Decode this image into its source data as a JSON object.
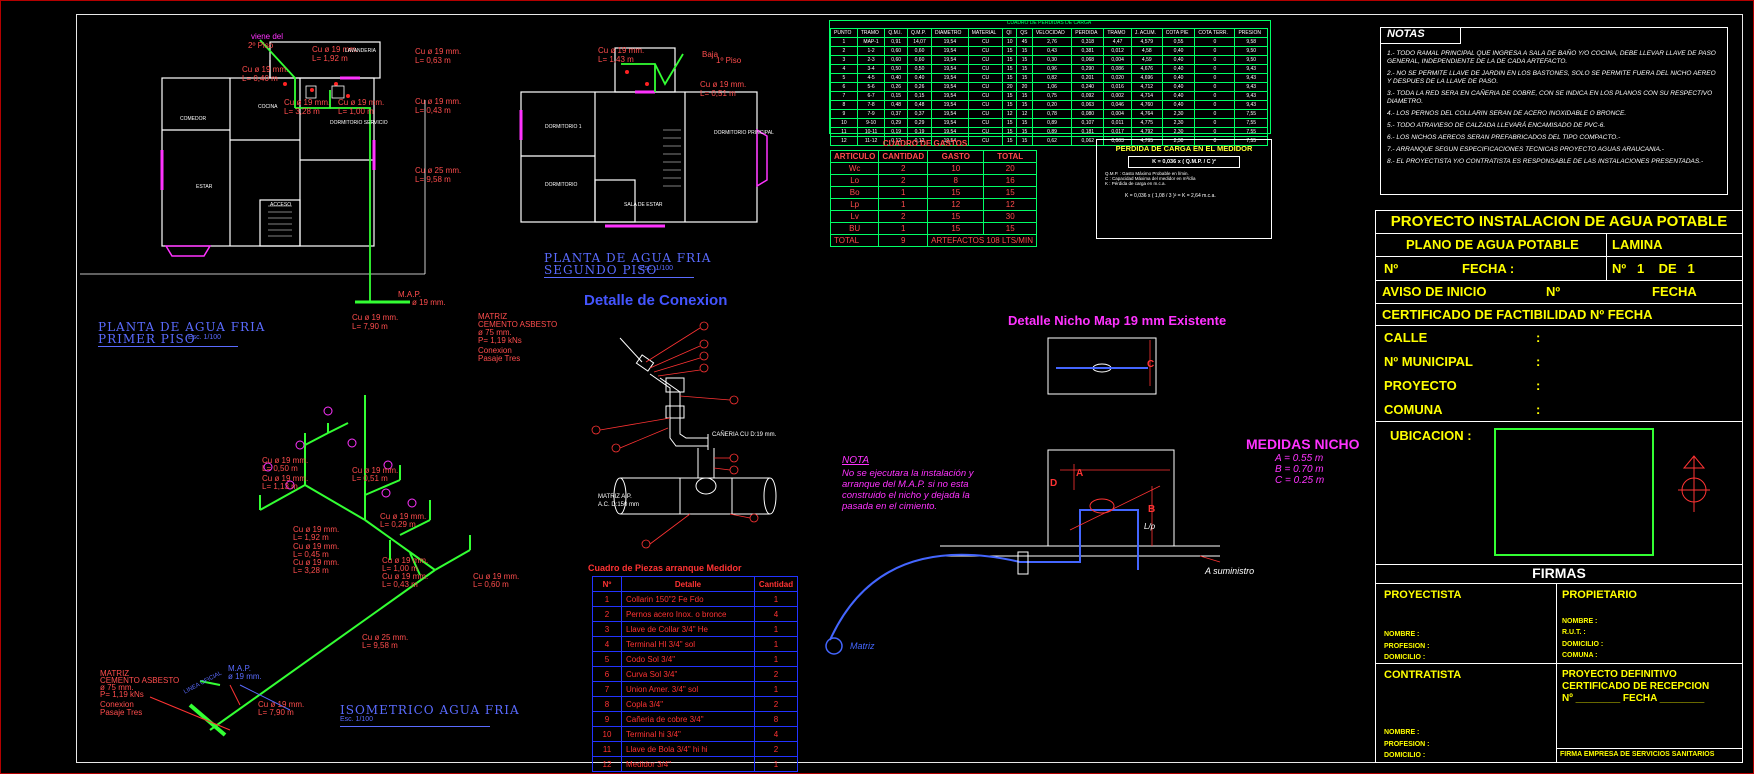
{
  "plan1": {
    "title_line1": "PLANTA DE AGUA FRIA",
    "title_line2": "PRIMER PISO",
    "scale": "Esc. 1/100",
    "labels": {
      "viene_del": "viene del",
      "piso2": "2º Piso",
      "cu_a": "Cu ø 19 mm.",
      "len_a": "L= 1,92 m",
      "cu_b": "Cu ø 19 mm.",
      "len_b": "L= 0,40 m",
      "cu_c": "Cu ø 19 mm.",
      "len_c": "L= 3,28 m",
      "cu_d": "Cu ø 19 mm.",
      "len_d": "L= 1,00 m",
      "cu_e": "Cu ø 19 mm.",
      "len_e": "L= 0,63 m",
      "cu_f": "Cu ø 19 mm.",
      "len_f": "L= 0,43 m",
      "cu_g": "Cu ø 25 mm.",
      "len_g": "L= 9,58 m",
      "map": "M.A.P.",
      "map_d": "ø 19 mm.",
      "cu_h": "Cu ø 19 mm.",
      "len_h": "L= 7,90 m",
      "matriz1": "MATRIZ",
      "matriz2": "CEMENTO ASBESTO",
      "matriz3": "ø 75 mm.",
      "matriz4": "P= 1,19 kNs",
      "conexion1": "Conexion",
      "conexion2": "Pasaje Tres",
      "room_comedor": "COMEDOR",
      "room_estar": "ESTAR",
      "room_cocina": "COCINA",
      "room_lavanderia": "LAVANDERIA",
      "room_dormitorio": "DORMITORIO SERVICIO",
      "room_acceso": "ACCESO"
    }
  },
  "plan2": {
    "title_line1": "PLANTA DE AGUA FRIA",
    "title_line2": "SEGUNDO PISO",
    "scale": "Esc. 1/100",
    "labels": {
      "cu_a": "Cu ø 19 mm.",
      "len_a": "L= 1,43 m",
      "cu_b": "Cu ø 19 mm.",
      "len_b": "L= 0,51 m",
      "baja": "Baja",
      "piso": "1º Piso",
      "room_dorm1": "DORMITORIO 1",
      "room_dorm2": "DORMITORIO",
      "room_dorm3": "DORMITORIO PRINCIPAL",
      "room_sala": "SALA DE ESTAR"
    }
  },
  "iso": {
    "title": "ISOMETRICO AGUA FRIA",
    "scale": "Esc. 1/100",
    "labels": [
      "Cu ø 19 mm.",
      "L= 0,50 m",
      "Cu ø 19 mm.",
      "L= 1,13 m",
      "Cu ø 19 mm.",
      "L= 0,51 m",
      "Cu ø 19 mm.",
      "L= 0,29 m",
      "Cu ø 19 mm.",
      "L= 1,92 m",
      "Cu ø 19 mm.",
      "L= 0,45 m",
      "Cu ø 19 mm.",
      "L= 3,28 m",
      "Cu ø 19 mm.",
      "L= 1,00 m",
      "Cu ø 19 mm.",
      "L= 0,43 m",
      "Cu ø 19 mm.",
      "L= 0,60 m",
      "Cu ø 25 mm.",
      "L= 9,58 m",
      "Cu ø 19 mm.",
      "L= 7,90 m"
    ],
    "map": "M.A.P.",
    "map_d": "ø 19 mm.",
    "matriz1": "MATRIZ",
    "matriz2": "CEMENTO ASBESTO",
    "matriz3": "ø 75 mm.",
    "matriz4": "P= 1,19 kNs",
    "conexion1": "Conexion",
    "conexion2": "Pasaje Tres",
    "linea": "LINEA OFICIAL"
  },
  "detalle_conexion": {
    "title": "Detalle de Conexion",
    "caneria": "CAÑERIA CU D:19 mm.",
    "matriz": "MATRIZ A.P.",
    "matriz_d": "A.C. D:150 mm",
    "numbers": [
      "1",
      "2",
      "3",
      "4",
      "5",
      "6",
      "7",
      "8",
      "9",
      "10",
      "11",
      "12"
    ]
  },
  "pieces": {
    "title": "Cuadro de Piezas arranque Medidor",
    "headers": [
      "Nº",
      "Detalle",
      "Cantidad"
    ],
    "rows": [
      [
        "1",
        "Collarin 150\"2 Fe Fdo",
        "1"
      ],
      [
        "2",
        "Pernos acero Inox. o bronce",
        "4"
      ],
      [
        "3",
        "Llave de Collar 3/4\" He",
        "1"
      ],
      [
        "4",
        "Terminal HI 3/4\" sol",
        "1"
      ],
      [
        "5",
        "Codo Sol 3/4\"",
        "1"
      ],
      [
        "6",
        "Curva Sol 3/4\"",
        "2"
      ],
      [
        "7",
        "Union Amer. 3/4\" sol",
        "1"
      ],
      [
        "8",
        "Copla 3/4\"",
        "2"
      ],
      [
        "9",
        "Cañeria de cobre 3/4\"",
        "8"
      ],
      [
        "10",
        "Terminal hi 3/4\"",
        "4"
      ],
      [
        "11",
        "Llave de Bola 3/4\" hi hi",
        "2"
      ],
      [
        "12",
        "Medidor 3/4\"",
        "1"
      ]
    ]
  },
  "cuadro_perdidas": {
    "title": "CUADRO DE PERDIDAS DE CARGA",
    "headers": [
      "PUNTO",
      "TRAMO",
      "Q.M.I.",
      "Q.M.P.",
      "DIAMETRO",
      "MATERIAL",
      "QI",
      "QS",
      "VELOCIDAD",
      "PERDIDA",
      "TRAMO",
      "J. ACUM.",
      "COTA PIE",
      "COTA TERR.",
      "PRESION"
    ],
    "rows": [
      [
        "1",
        "MAP-1",
        "0,91",
        "14,07",
        "19,54",
        "CU",
        "10",
        "45",
        "2,76",
        "0,318",
        "4,47",
        "4,579",
        "0,55",
        "0",
        "9,58"
      ],
      [
        "2",
        "1-2",
        "0,60",
        "0,60",
        "19,54",
        "CU",
        "15",
        "15",
        "0,43",
        "0,381",
        "0,012",
        "4,58",
        "0,40",
        "0",
        "9,50"
      ],
      [
        "3",
        "2-3",
        "0,60",
        "0,60",
        "19,54",
        "CU",
        "15",
        "15",
        "0,30",
        "0,068",
        "0,004",
        "4,59",
        "0,40",
        "0",
        "9,50"
      ],
      [
        "4",
        "3-4",
        "0,50",
        "0,50",
        "19,54",
        "CU",
        "15",
        "15",
        "0,96",
        "0,290",
        "0,086",
        "4,676",
        "0,40",
        "0",
        "9,43"
      ],
      [
        "5",
        "4-5",
        "0,40",
        "0,40",
        "19,54",
        "CU",
        "15",
        "15",
        "0,82",
        "0,201",
        "0,020",
        "4,696",
        "0,40",
        "0",
        "9,43"
      ],
      [
        "6",
        "5-6",
        "0,26",
        "0,26",
        "19,54",
        "CU",
        "20",
        "20",
        "1,06",
        "0,240",
        "0,016",
        "4,712",
        "0,40",
        "0",
        "9,43"
      ],
      [
        "7",
        "6-7",
        "0,15",
        "0,15",
        "19,54",
        "CU",
        "15",
        "15",
        "0,75",
        "0,092",
        "0,002",
        "4,714",
        "0,40",
        "0",
        "9,43"
      ],
      [
        "8",
        "7-8",
        "0,48",
        "0,48",
        "19,54",
        "CU",
        "15",
        "15",
        "0,20",
        "0,063",
        "0,046",
        "4,760",
        "0,40",
        "0",
        "9,43"
      ],
      [
        "9",
        "7-9",
        "0,37",
        "0,37",
        "19,54",
        "CU",
        "12",
        "12",
        "0,78",
        "0,080",
        "0,004",
        "4,764",
        "2,30",
        "0",
        "7,55"
      ],
      [
        "10",
        "9-10",
        "0,29",
        "0,29",
        "19,54",
        "CU",
        "15",
        "15",
        "0,89",
        "0,107",
        "0,011",
        "4,775",
        "2,30",
        "0",
        "7,55"
      ],
      [
        "11",
        "10-11",
        "0,19",
        "0,19",
        "19,54",
        "CU",
        "15",
        "15",
        "0,89",
        "0,181",
        "0,017",
        "4,792",
        "2,30",
        "0",
        "7,55"
      ],
      [
        "12",
        "11-12",
        "0,12",
        "0,12",
        "19,54",
        "CU",
        "15",
        "15",
        "0,62",
        "0,062",
        "0,003",
        "4,795",
        "2,30",
        "0",
        "7,55"
      ]
    ]
  },
  "cuadro_gastos": {
    "title": "CUADRO DE GASTOS",
    "headers": [
      "ARTICULO",
      "CANTIDAD",
      "GASTO",
      "TOTAL"
    ],
    "rows": [
      [
        "Wc",
        "2",
        "10",
        "20"
      ],
      [
        "Lo",
        "2",
        "8",
        "16"
      ],
      [
        "Bo",
        "1",
        "15",
        "15"
      ],
      [
        "Lp",
        "1",
        "12",
        "12"
      ],
      [
        "Lv",
        "2",
        "15",
        "30"
      ],
      [
        "BU",
        "1",
        "15",
        "15"
      ]
    ],
    "total_label": "TOTAL",
    "total_count": "9",
    "total_text": "ARTEFACTOS",
    "total_value": "108",
    "total_unit": "LTS/MIN"
  },
  "perdida_medidor": {
    "title": "PERDIDA DE CARGA EN EL MEDIDOR",
    "formula": "K = 0,036 x ( Q.M.P. / C )²",
    "qmp": "Q.M.P. : Gasto Máximo Probable en l/min.",
    "c": "C : Capacidad Máxima del medidor en m³/día",
    "k": "K : Pérdida de carga en m.c.a.",
    "result": "K = 0,036 x ( 1,08 / 3 )² = K = 2,64 m.c.a."
  },
  "nicho": {
    "title": "Detalle Nicho Map 19 mm Existente",
    "medidas_title": "MEDIDAS NICHO",
    "a": "A = 0.55 m",
    "b": "B = 0.70 m",
    "c": "C = 0.25 m",
    "suministro": "A suministro",
    "matriz": "Matriz",
    "lip": "L/p",
    "letters": [
      "A",
      "B",
      "C",
      "D"
    ]
  },
  "nota": {
    "title": "NOTA",
    "lines": [
      "No se ejecutara la instalación y",
      "arranque del M.A.P. si no esta",
      "construido el nicho y dejada la",
      "pasada en el cimiento."
    ]
  },
  "notas": {
    "title": "NOTAS",
    "items": [
      "1.- TODO RAMAL PRINCIPAL QUE INGRESA A SALA DE BAÑO Y/O COCINA, DEBE LLEVAR LLAVE DE PASO GENERAL, INDEPENDIENTE DE LA DE CADA ARTEFACTO.",
      "2.- NO SE PERMITE LLAVE DE JARDIN EN LOS BASTONES, SOLO SE PERMITE FUERA DEL NICHO AEREO Y DESPUES DE LA LLAVE DE PASO.",
      "3.- TODA LA RED SERA EN CAÑERIA DE COBRE, CON SE INDICA EN LOS PLANOS CON SU RESPECTIVO DIAMETRO.",
      "4.- LOS PERNOS DEL COLLARIN SERAN DE ACERO INOXIDABLE O BRONCE.",
      "5.- TODO ATRAVIESO DE CALZADA LLEVARÁ ENCAMISADO DE PVC-6.",
      "6.- LOS NICHOS AEREOS SERAN PREFABRICADOS DEL TIPO COMPACTO.-",
      "7.- ARRANQUE SEGUN ESPECIFICACIONES TECNICAS PROYECTO AGUAS ARAUCANIA.-",
      "8.- EL PROYECTISTA Y/O CONTRATISTA ES RESPONSABLE DE LAS INSTALACIONES PRESENTADAS.-"
    ]
  },
  "titleblock": {
    "project": "PROYECTO INSTALACION DE AGUA POTABLE",
    "plano": "PLANO DE AGUA POTABLE",
    "lamina": "LAMINA",
    "n1": "Nº",
    "fecha": "FECHA :",
    "lamina_n": "Nº   1    DE   1",
    "aviso": "AVISO DE INICIO",
    "aviso_n": "Nº",
    "aviso_fecha": "FECHA",
    "certificado": "CERTIFICADO DE FACTIBILIDAD  Nº  FECHA",
    "calle": "CALLE",
    "municipal": "Nº MUNICIPAL",
    "proyecto": "PROYECTO",
    "comuna": "COMUNA",
    "colon": ":",
    "ubicacion": "UBICACION :",
    "firmas": "FIRMAS",
    "proyectista": "PROYECTISTA",
    "propietario": "PROPIETARIO",
    "nombre": "NOMBRE   :",
    "profesion": "PROFESION  :",
    "domicilio": "DOMICILIO  :",
    "rut": "R.U.T.   :",
    "comuna_f": "COMUNA   :",
    "contratista": "CONTRATISTA",
    "definitivo1": "PROYECTO DEFINITIVO",
    "definitivo2": "CERTIFICADO DE RECEPCION",
    "definitivo3": "Nº ________ FECHA ________",
    "firma_empresa": "FIRMA EMPRESA DE SERVICIOS SANITARIOS"
  }
}
